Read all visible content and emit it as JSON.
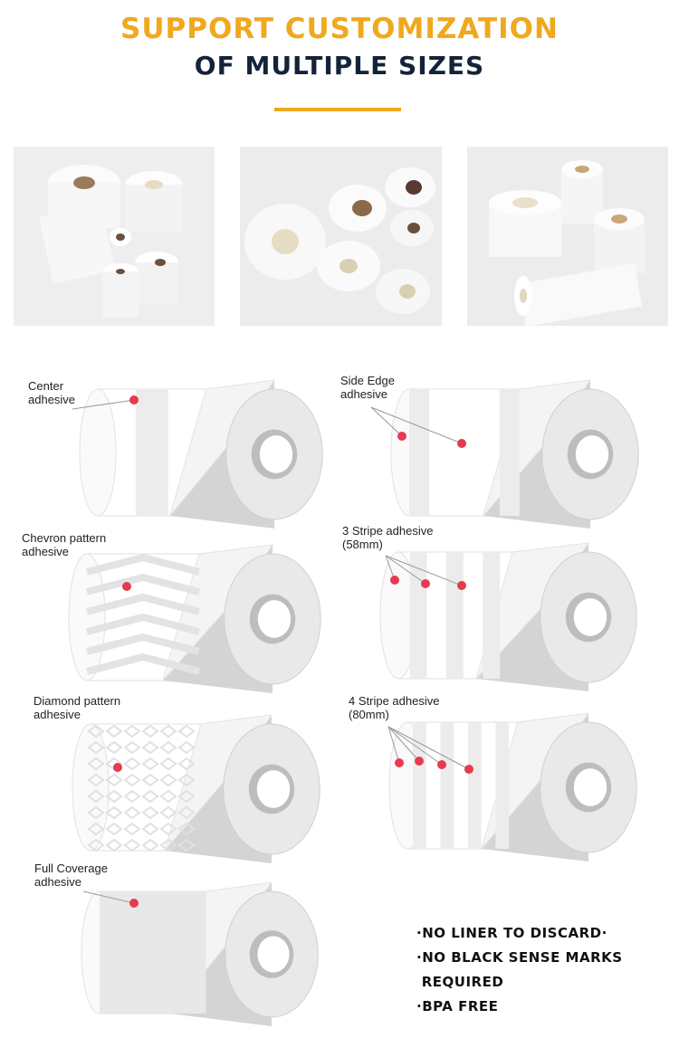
{
  "header": {
    "line1": "SUPPORT CUSTOMIZATION",
    "line2": "OF MULTIPLE SIZES",
    "line1_color": "#f0a81e",
    "line2_color": "#13243a",
    "rule_color": "#f0a81e"
  },
  "photos": [
    {
      "name": "Roll group photo 1"
    },
    {
      "name": "Roll group photo 2"
    },
    {
      "name": "Roll group photo 3"
    }
  ],
  "adhesive_types": [
    {
      "label_line1": "Center",
      "label_line2": "adhesive"
    },
    {
      "label_line1": "Side Edge",
      "label_line2": "adhesive"
    },
    {
      "label_line1": "Chevron pattern",
      "label_line2": "adhesive"
    },
    {
      "label_line1": "3 Stripe adhesive",
      "label_line2": "(58mm)"
    },
    {
      "label_line1": "Diamond pattern",
      "label_line2": "adhesive"
    },
    {
      "label_line1": "4 Stripe adhesive",
      "label_line2": "(80mm)"
    },
    {
      "label_line1": "Full Coverage",
      "label_line2": "adhesive"
    }
  ],
  "marker_color": "#e63a4e",
  "features": [
    "·NO LINER TO DISCARD·",
    "·NO BLACK SENSE MARKS",
    " REQUIRED",
    "·BPA FREE"
  ]
}
